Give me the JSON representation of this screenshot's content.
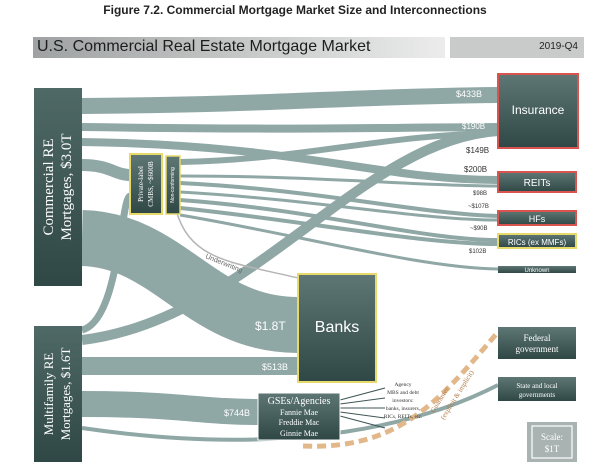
{
  "figure_title": "Figure 7.2. Commercial Mortgage Market Size and Interconnections",
  "header": {
    "title": "U.S. Commercial Real Estate Mortgage Market",
    "date": "2019-Q4"
  },
  "sources": {
    "commercial": {
      "label_line1": "Commercial RE",
      "label_line2": "Mortgages, $3.0T"
    },
    "multifamily": {
      "label_line1": "Multifamily RE",
      "label_line2": "Mortgages, $1.6T"
    }
  },
  "cmbs": {
    "label_line1": "Private-label",
    "label_line2": "CMBS, ~$600B",
    "label_small": "Non-conforming"
  },
  "underwriting_label": "Underwriting",
  "holders": {
    "insurance": "Insurance",
    "reits": "REITs",
    "hfs": "HFs",
    "rics": "RICs (ex MMFs)",
    "unknown": "Unknown",
    "banks": "Banks",
    "federal_line1": "Federal",
    "federal_line2": "government",
    "state_line1": "State and local",
    "state_line2": "governments",
    "gse_title": "GSEs/Agencies",
    "gse_line1": "Fannie Mae",
    "gse_line2": "Freddie Mac",
    "gse_line3": "Ginnie Mae"
  },
  "flow_labels": {
    "insurance": "$433B",
    "insurance2": "$190B",
    "v149": "$149B",
    "reits": "$200B",
    "v98": "$98B",
    "v107": "~$107B",
    "v90": "~$90B",
    "v102": "$102B",
    "banks": "$1.8T",
    "mf_banks": "$513B",
    "gse": "$744B"
  },
  "agency_note": [
    "Agency",
    "MBS and debt",
    "investors:",
    "banks, insurers,",
    "RICs, REITs, etc."
  ],
  "guarantee_label_line1": "Guarantee",
  "guarantee_label_line2": "(explicit & implicit)",
  "scale": {
    "line1": "Scale:",
    "line2": "$1T"
  },
  "colors": {
    "flow": "#8fa7a5",
    "node_dark": "#3f5755",
    "node_red_border": "#d9534f",
    "node_yellow_border": "#e8d96b",
    "guarantee": "#e2b88b"
  }
}
